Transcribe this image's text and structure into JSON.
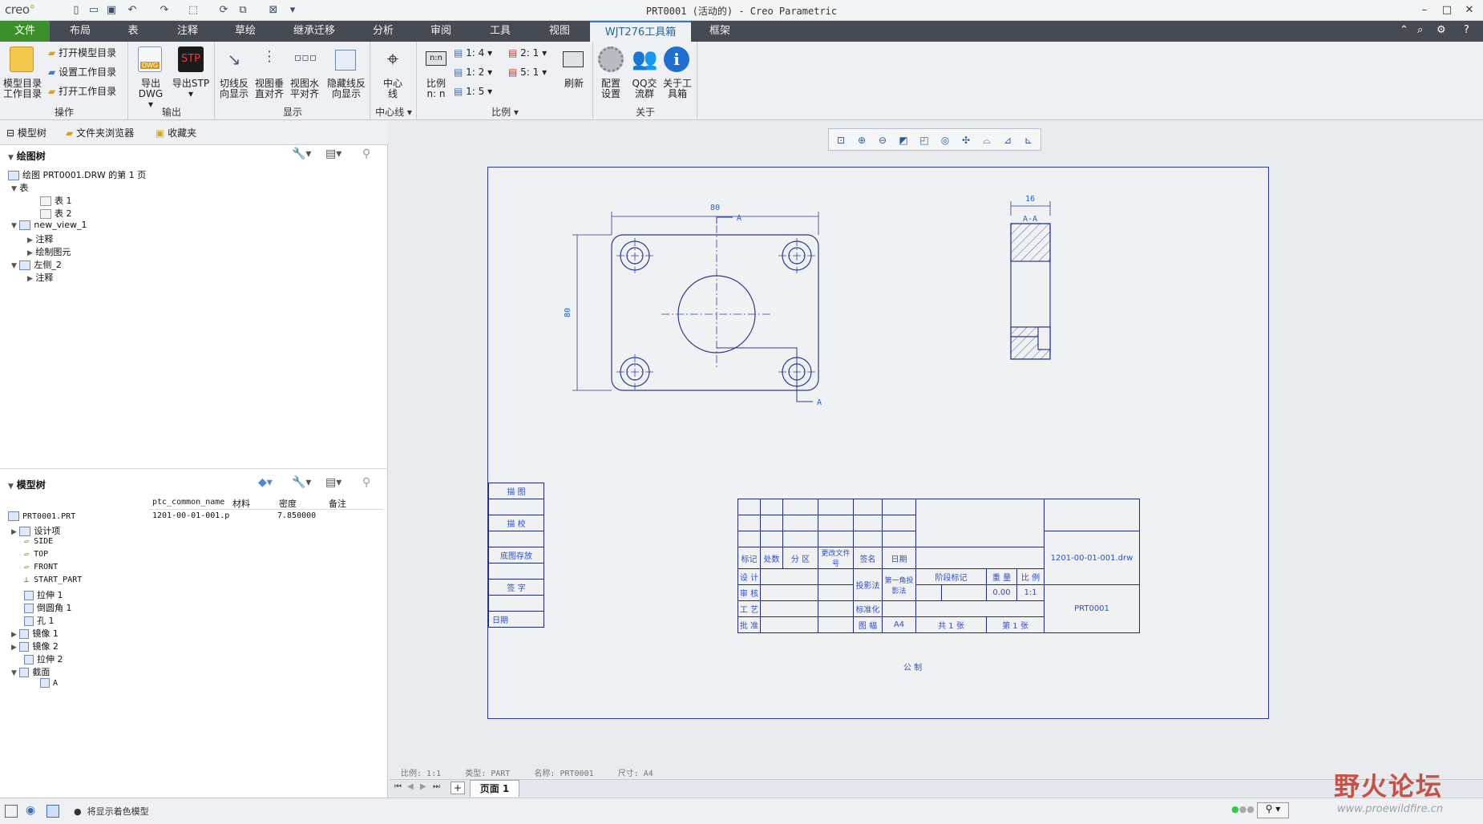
{
  "window": {
    "logo": "creo",
    "title": "PRT0001 (活动的) - Creo Parametric",
    "controls": [
      "–",
      "□",
      "✕"
    ]
  },
  "menu": {
    "tabs": [
      "文件",
      "布局",
      "表",
      "注释",
      "草绘",
      "继承迁移",
      "分析",
      "审阅",
      "工具",
      "视图",
      "WJT276工具箱",
      "框架"
    ],
    "active_tab": "WJT276工具箱"
  },
  "ribbon": {
    "groups": {
      "ops": "操作",
      "output": "输出",
      "display": "显示",
      "centerline": "中心线",
      "scale": "比例",
      "about": "关于"
    },
    "model_dir_l1": "模型目录",
    "model_dir_l2": "工作目录",
    "open_model_dir": "打开模型目录",
    "set_work_dir": "设置工作目录",
    "open_work_dir": "打开工作目录",
    "export_dwg": "导出DWG",
    "export_stp": "导出STP",
    "stp_icon_text": "STP",
    "dwg_icon_text": "DWG",
    "cut_line_l1": "切线反",
    "cut_line_l2": "向显示",
    "view_vert_l1": "视图垂",
    "view_vert_l2": "直对齐",
    "view_horz_l1": "视图水",
    "view_horz_l2": "平对齐",
    "hidden_line_l1": "隐藏线反",
    "hidden_line_l2": "向显示",
    "center_l1": "中心",
    "center_l2": "线",
    "scale_btn_l1": "比例",
    "scale_btn_l2": "n: n",
    "scale_icon_text": "n:n",
    "scale_14": "1: 4",
    "scale_12": "1: 2",
    "scale_15": "1: 5",
    "scale_21": "2: 1",
    "scale_51": "5: 1",
    "refresh": "刷新",
    "config_l1": "配置",
    "config_l2": "设置",
    "qq_l1": "QQ交",
    "qq_l2": "流群",
    "about_l1": "关于工",
    "about_l2": "具箱"
  },
  "left_panel": {
    "tabs": [
      "模型树",
      "文件夹浏览器",
      "收藏夹"
    ],
    "drawing_tree_title": "绘图树",
    "drawing_tree": [
      "绘图 PRT0001.DRW 的第 1 页",
      "表",
      "表 1",
      "表 2",
      "new_view_1",
      "注释",
      "绘制图元",
      "左侧_2",
      "注释"
    ],
    "model_tree_title": "模型树",
    "columns": [
      "ptc_common_name",
      "材料",
      "密度",
      "备注"
    ],
    "row_values": {
      "common_name": "1201-00-01-001.p",
      "density": "7.850000"
    },
    "model_tree": [
      "PRT0001.PRT",
      "设计项",
      "SIDE",
      "TOP",
      "FRONT",
      "START_PART",
      "拉伸 1",
      "倒圆角 1",
      "孔 1",
      "镜像 1",
      "镜像 2",
      "拉伸 2",
      "截面",
      "A"
    ]
  },
  "drawing": {
    "dim_80_top": "80",
    "dim_80_left": "80",
    "dim_16": "16",
    "section_label": "A-A",
    "arrow_label_top": "A",
    "arrow_label_bottom": "A"
  },
  "left_stamp": [
    "描 图",
    "描 校",
    "底图存放",
    "签 字",
    "日期"
  ],
  "titleblock": {
    "row_labels": [
      "标记",
      "处数",
      "分 区",
      "更改文件号",
      "签名",
      "日期"
    ],
    "design": "设 计",
    "check": "审 核",
    "process": "工 艺",
    "approve": "批 准",
    "projection": "投影法",
    "first_angle": "第一角投影法",
    "standardize": "标准化",
    "sheet_size_label": "图 幅",
    "sheet_size": "A4",
    "tolerance": "公 制",
    "stage": "阶段标记",
    "weight": "重 量",
    "scale": "比 例",
    "weight_val": "0.00",
    "scale_val": "1:1",
    "total_sheets": "共 1 张",
    "sheet_no": "第 1 张",
    "drawing_no": "1201-00-01-001.drw",
    "part_name": "PRT0001"
  },
  "page_info": "比例: 1:1     类型: PART     名称: PRT0001     尺寸: A4",
  "page_tab": "页面 1",
  "status_message": "将显示着色模型",
  "watermark": {
    "title": "野火论坛",
    "url": "www.proewildfire.cn"
  }
}
